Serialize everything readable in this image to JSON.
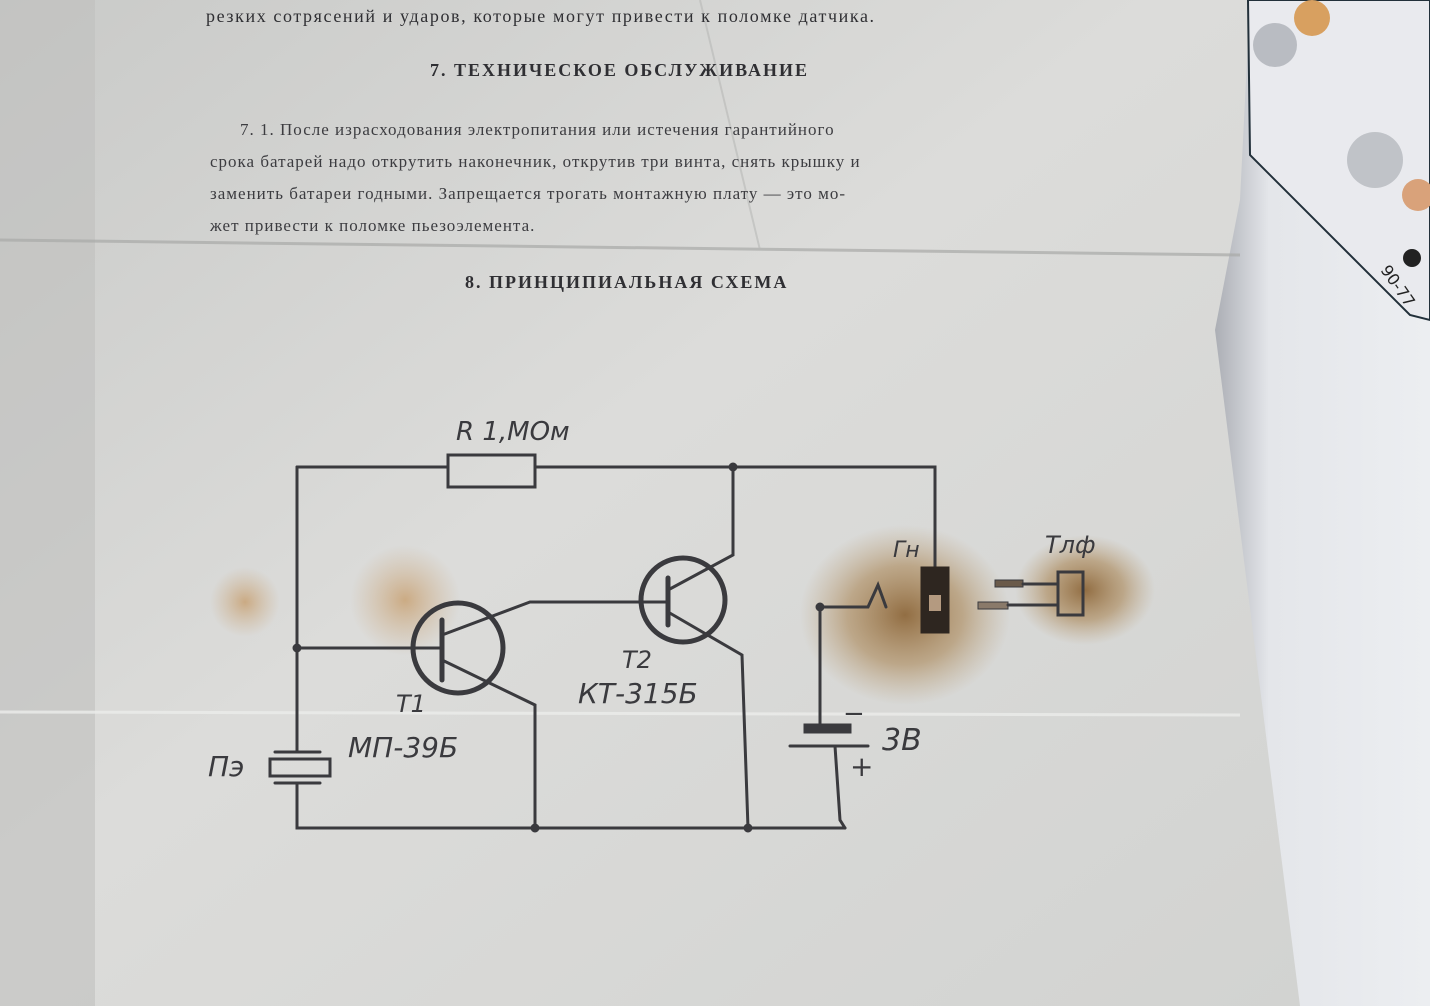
{
  "document": {
    "top_line": "резких сотрясений и ударов, которые могут привести к поломке датчика.",
    "section7": {
      "heading": "7. ТЕХНИЧЕСКОЕ ОБСЛУЖИВАНИЕ",
      "paragraph_lines": [
        "7. 1. После израсходования электропитания или истечения гарантийного",
        "срока батарей надо открутить наконечник, открутив три винта, снять крышку и",
        "заменить батареи годными. Запрещается трогать монтажную плату — это мо-",
        "жет привести к поломке пьезоэлемента."
      ]
    },
    "section8": {
      "heading": "8. ПРИНЦИПИАЛЬНАЯ СХЕМА"
    }
  },
  "schematic": {
    "resistor_label": "R 1,MOм",
    "t1_label": "T1",
    "t1_model": "МП-39Б",
    "t2_label": "T2",
    "t2_model": "КТ-315Б",
    "piezo_label": "Пэ",
    "battery_label": "3В",
    "battery_minus": "−",
    "battery_plus": "+",
    "jack_label": "Гн",
    "phone_label": "Тлф"
  },
  "board": {
    "marking": "90-77"
  },
  "colors": {
    "paper": "#d6d7d5",
    "ink": "#3a3a3e",
    "stain": "#8a5a1e"
  }
}
